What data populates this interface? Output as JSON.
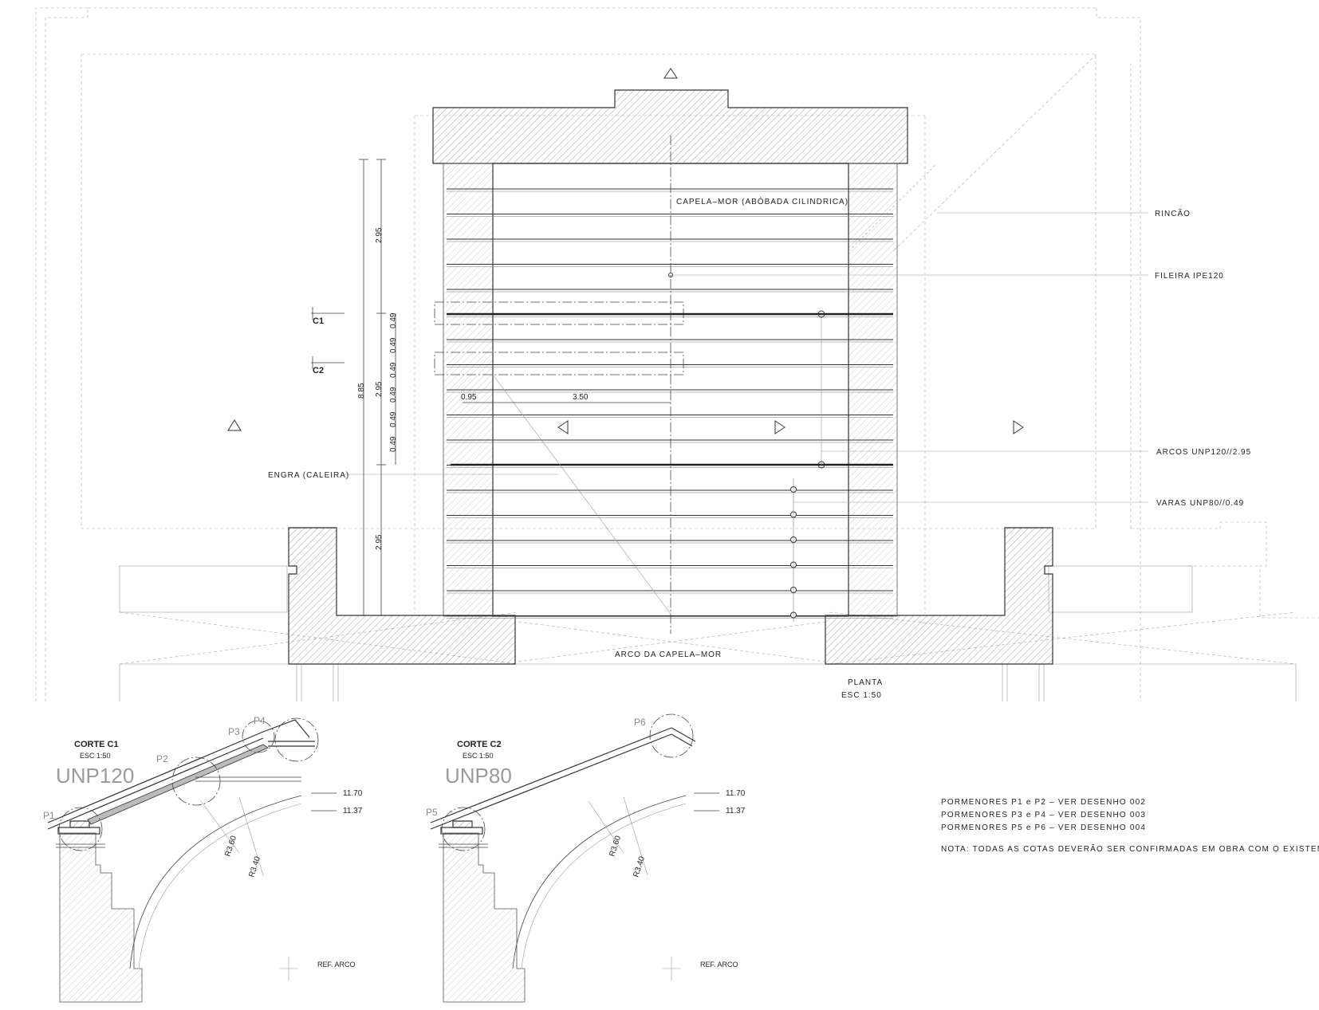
{
  "plan": {
    "chapel_label": "CAPELA–MOR (ABÓBADA CILINDRICA)",
    "rincao_label": "RINCÃO",
    "fileira_label": "FILEIRA IPE120",
    "arcos_label": "ARCOS UNP120//2.95",
    "varas_label": "VARAS UNP80//0.49",
    "engra_label": "ENGRA (CALEIRA)",
    "arco_label": "ARCO DA CAPELA–MOR",
    "title": "PLANTA",
    "scale": "ESC 1:50",
    "section_c1": "C1",
    "section_c2": "C2",
    "dims": {
      "total": "8.85",
      "seg_top": "2.95",
      "seg_mid": "2.95",
      "seg_bottom": "2.95",
      "spacing": "0.49",
      "offset": "0.95",
      "half_width": "3.50"
    }
  },
  "corte_c1": {
    "title": "CORTE C1",
    "scale": "ESC 1:50",
    "profile": "UNP120",
    "p1": "P1",
    "p2": "P2",
    "p3": "P3",
    "p4": "P4",
    "level_high": "11.70",
    "level_low": "11.37",
    "radius_a": "R3.60",
    "radius_b": "R3.40",
    "ref": "REF. ARCO"
  },
  "corte_c2": {
    "title": "CORTE C2",
    "scale": "ESC 1:50",
    "profile": "UNP80",
    "p5": "P5",
    "p6": "P6",
    "level_high": "11.70",
    "level_low": "11.37",
    "radius_a": "R3.60",
    "radius_b": "R3.40",
    "ref": "REF. ARCO"
  },
  "notes": {
    "line1": "PORMENORES P1 e P2 – VER DESENHO 002",
    "line2": "PORMENORES P3 e P4 – VER DESENHO 003",
    "line3": "PORMENORES P5 e P6 – VER DESENHO 004",
    "nota": "NOTA: TODAS AS COTAS DEVERÃO SER CONFIRMADAS EM OBRA COM O EXISTEN"
  }
}
